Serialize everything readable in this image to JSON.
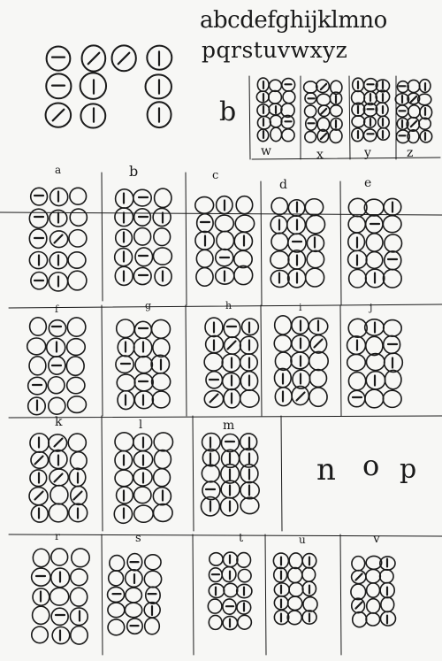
{
  "header": {
    "alphabet_line_1": "abcdefghijklmno",
    "alphabet_line_2": "pqrstuvwxyz"
  },
  "letters": {
    "b": "b",
    "w": "w",
    "x": "x",
    "y": "y",
    "z": "z",
    "a": "a",
    "bb": "b",
    "c": "c",
    "d": "d",
    "e": "e",
    "f": "f",
    "g": "g",
    "h": "h",
    "i": "i",
    "j": "j",
    "k": "k",
    "l": "l",
    "m": "m",
    "n": "n",
    "o": "o",
    "p": "p",
    "r": "r",
    "s": "s",
    "t": "t",
    "u": "u",
    "v": "v"
  }
}
